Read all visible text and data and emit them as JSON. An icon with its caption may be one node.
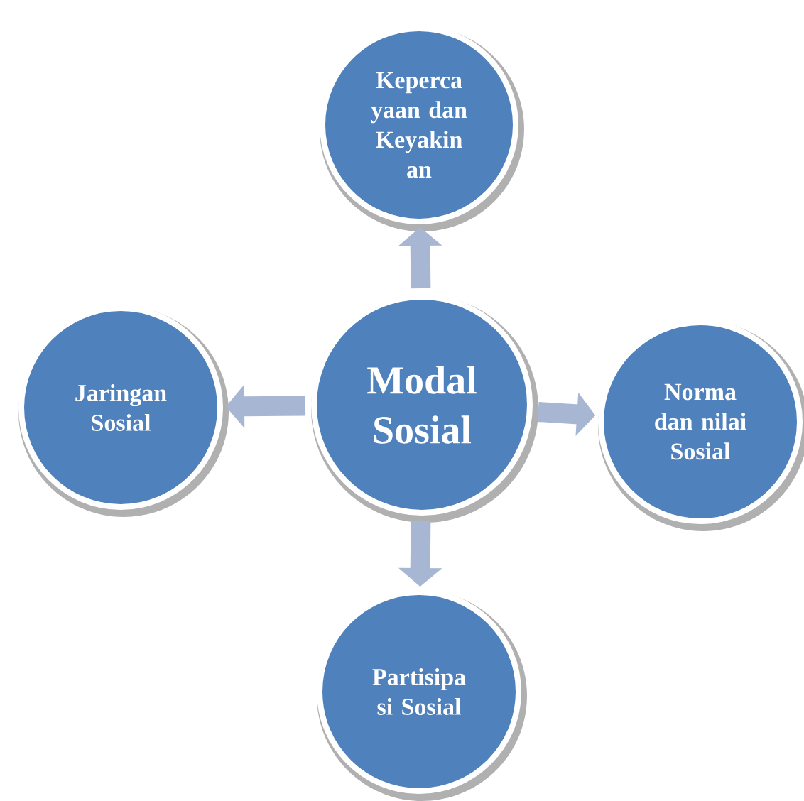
{
  "diagram": {
    "nodes": [
      {
        "text": [
          "Keperca yaan dan Keyakin an"
        ]
      },
      {
        "text": [
          "Jaringan Sosial"
        ]
      },
      {
        "text": [
          "Modal Sosial"
        ]
      },
      {
        "text": [
          "Norma dan nilai Sosial"
        ]
      },
      {
        "text": [
          "Partisipa si Sosial"
        ]
      }
    ],
    "edges": [
      {
        "from": 2,
        "to": 0,
        "arrow": "to"
      },
      {
        "from": 2,
        "to": 1,
        "arrow": "to"
      },
      {
        "from": 2,
        "to": 3,
        "arrow": "to"
      },
      {
        "from": 2,
        "to": 4,
        "arrow": "to"
      }
    ]
  }
}
